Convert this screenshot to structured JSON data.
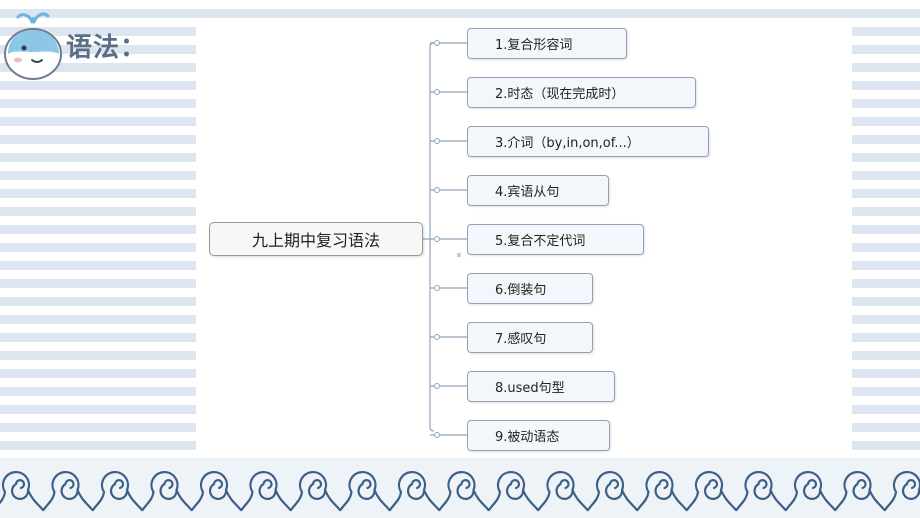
{
  "header": {
    "title": "语法：",
    "mascot_icon": "whale-icon"
  },
  "diagram": {
    "root": "九上期中复习语法",
    "branches": [
      "1.复合形容词",
      "2.时态（现在完成时）",
      "3.介词（by,in,on,of...）",
      "4.宾语从句",
      "5.复合不定代词",
      "6.倒装句",
      "7.感叹句",
      "8.used句型",
      "9.被动语态"
    ]
  },
  "colors": {
    "title": "#5a6f86",
    "stripe": "#dde5f0",
    "node_border": "#8fa3b8",
    "wave": "#3d5f86",
    "whale": "#8cc7e8"
  }
}
